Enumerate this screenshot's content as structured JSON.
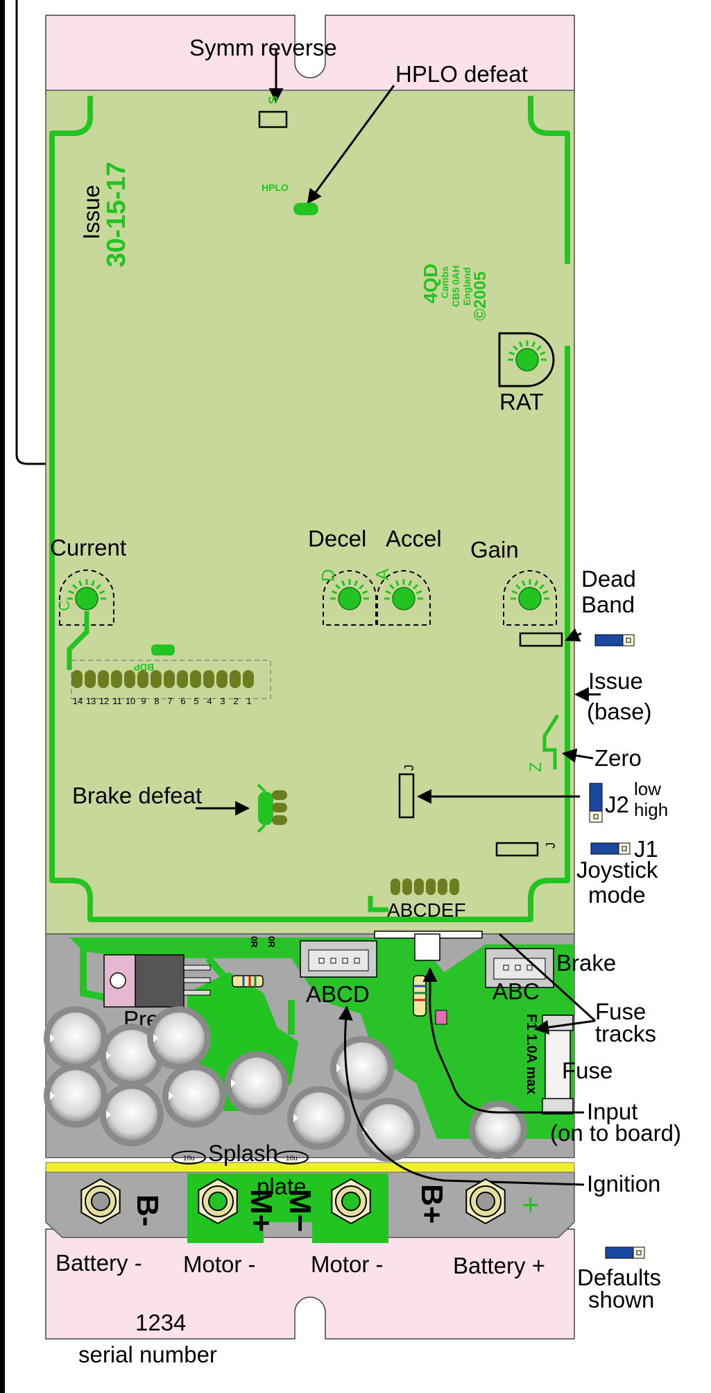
{
  "labels": {
    "symm_reverse": "Symm reverse",
    "hplo_defeat": "HPLO defeat",
    "hplo_silk": "HPLO",
    "s_silk": "S",
    "issue_word": "Issue",
    "issue_number": "30-15-17",
    "brand": "4QD",
    "brand_line1": "Cambs",
    "brand_line2": "CB5 0AH",
    "brand_line3": "England",
    "brand_copyright": "©2005",
    "rat": "RAT",
    "current": "Current",
    "decel": "Decel",
    "accel": "Accel",
    "gain": "Gain",
    "dead_band_1": "Dead",
    "dead_band_2": "Band",
    "issue_base_1": "Issue",
    "issue_base_2": "(base)",
    "zero": "Zero",
    "j2": "J2",
    "low": "low",
    "high": "high",
    "j1": "J1",
    "joystick_1": "Joystick",
    "joystick_2": "mode",
    "brake_defeat": "Brake defeat",
    "bdp": "BDP",
    "abcdef": "ABCDEF",
    "abcd": "ABCD",
    "abc": "ABC",
    "brake": "Brake",
    "prereg": "Prereg",
    "fuse_tracks_1": "Fuse",
    "fuse_tracks_2": "tracks",
    "fuse": "Fuse",
    "fuse_silk": "F1 1.0A max",
    "input_1": "Input",
    "input_2": "(on to board)",
    "ignition": "Ignition",
    "splash_1": "Splash",
    "splash_2": "plate",
    "zero_r": "0R",
    "ten_u": "10u",
    "silk_c": "C",
    "silk_d": "D",
    "silk_a": "A",
    "silk_z": "Z",
    "silk_j": "J",
    "b_minus": "B-",
    "m_plus": "M+",
    "m_minus": "M−",
    "b_plus": "B+",
    "plus_sign": "+",
    "battery_minus": "Battery -",
    "motor_minus_1": "Motor -",
    "motor_minus_2": "Motor -",
    "battery_plus": "Battery +",
    "defaults_1": "Defaults",
    "defaults_2": "shown",
    "serial_value": "1234",
    "serial_label": "serial number"
  },
  "pin_numbers": [
    "14",
    "13",
    "12",
    "11",
    "10",
    "9",
    "8",
    "7",
    "6",
    "5",
    "4",
    "3",
    "2",
    "1"
  ],
  "colors": {
    "board": "#c8d89a",
    "track": "#22c422",
    "power": "#a8a8a8",
    "end_plate": "#fbe1ec",
    "splash": "#f0ee2a",
    "jumper": "#1a4aa0",
    "pad": "#6b7d1e"
  }
}
